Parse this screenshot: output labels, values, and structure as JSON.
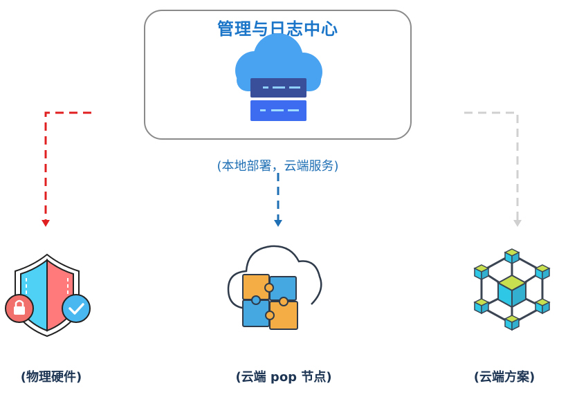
{
  "hub": {
    "title": "管理与日志中心",
    "subtitle": "(本地部署，云端服务)",
    "icon": "cloud-server-icon"
  },
  "nodes": [
    {
      "label": "(物理硬件)",
      "icon": "shield-lock-check-icon"
    },
    {
      "label": "(云端 pop 节点)",
      "icon": "cloud-puzzle-icon"
    },
    {
      "label": "(云端方案)",
      "icon": "cube-network-icon"
    }
  ],
  "colors": {
    "hub_title": "#1a75c8",
    "red_arrow": "#e02020",
    "blue_arrow": "#1f6fb4",
    "gray_arrow": "#d0d0d0"
  }
}
